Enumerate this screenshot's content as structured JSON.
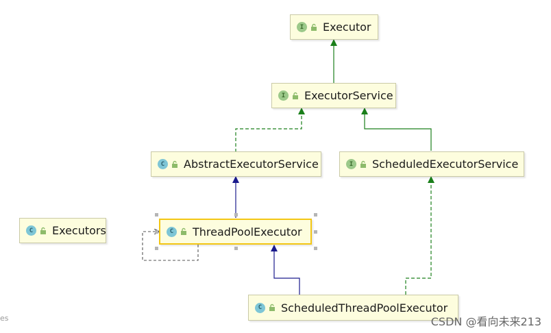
{
  "nodes": {
    "executor": {
      "kind": "interface",
      "badge": "I",
      "label": "Executor"
    },
    "executor_service": {
      "kind": "interface",
      "badge": "I",
      "label": "ExecutorService"
    },
    "abstract_executor_service": {
      "kind": "class",
      "badge": "C",
      "label": "AbstractExecutorService"
    },
    "scheduled_executor_service": {
      "kind": "interface",
      "badge": "I",
      "label": "ScheduledExecutorService"
    },
    "executors": {
      "kind": "class",
      "badge": "C",
      "label": "Executors"
    },
    "thread_pool_executor": {
      "kind": "class",
      "badge": "C",
      "label": "ThreadPoolExecutor"
    },
    "scheduled_thread_pool_executor": {
      "kind": "class",
      "badge": "C",
      "label": "ScheduledThreadPoolExecutor"
    }
  },
  "edges": [
    {
      "from": "executor_service",
      "to": "executor",
      "type": "extends-interface"
    },
    {
      "from": "abstract_executor_service",
      "to": "executor_service",
      "type": "implements"
    },
    {
      "from": "scheduled_executor_service",
      "to": "executor_service",
      "type": "extends-interface"
    },
    {
      "from": "thread_pool_executor",
      "to": "abstract_executor_service",
      "type": "extends-class"
    },
    {
      "from": "scheduled_thread_pool_executor",
      "to": "thread_pool_executor",
      "type": "extends-class"
    },
    {
      "from": "scheduled_thread_pool_executor",
      "to": "scheduled_executor_service",
      "type": "implements"
    },
    {
      "from": "thread_pool_executor",
      "to": "thread_pool_executor",
      "type": "self-dependency"
    }
  ],
  "selected_node": "thread_pool_executor",
  "colors": {
    "interface_edge": "#1a7f1a",
    "class_edge": "#1a1a8c",
    "dependency_edge": "#555555",
    "node_fill": "#fdfdde",
    "selection_border": "#f3c614"
  },
  "watermark": "CSDN @看向未来213",
  "left_edge_text": "es"
}
